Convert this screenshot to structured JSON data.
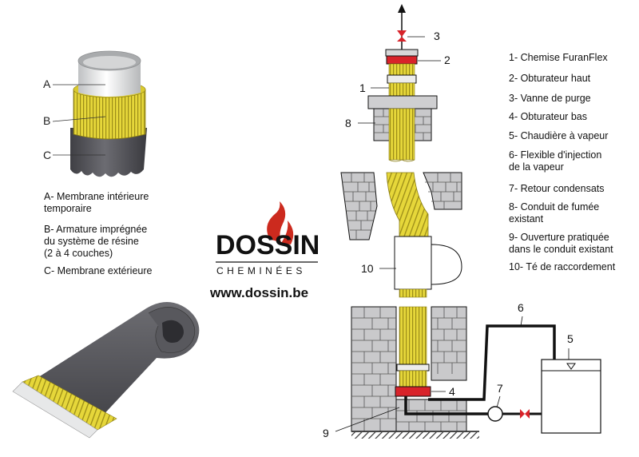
{
  "sleeve_layers": [
    {
      "letter": "A",
      "text": "A- Membrane intérieure temporaire"
    },
    {
      "letter": "B",
      "text": "B- Armature imprégnée du système de résine (2 à 4 couches)"
    },
    {
      "letter": "C",
      "text": "C- Membrane extérieure"
    }
  ],
  "legend_left": {
    "a_line1": "A- Membrane intérieure",
    "a_line2": "temporaire",
    "b_line1": "B- Armature imprégnée",
    "b_line2": "du système de résine",
    "b_line3": "(2 à 4 couches)",
    "c_line1": "C- Membrane extérieure"
  },
  "brand": {
    "logo_text": "DOSSIN",
    "logo_sub": "CHEMINÉES",
    "url": "www.dossin.be"
  },
  "components": [
    {
      "num": "1",
      "label": "1- Chemise FuranFlex"
    },
    {
      "num": "2",
      "label": "2- Obturateur haut"
    },
    {
      "num": "3",
      "label": "3- Vanne de purge"
    },
    {
      "num": "4",
      "label": "4- Obturateur bas"
    },
    {
      "num": "5",
      "label": "5- Chaudière à vapeur"
    },
    {
      "num": "6",
      "label": "6- Flexible d'injection de la vapeur"
    },
    {
      "num": "7",
      "label": "7- Retour condensats"
    },
    {
      "num": "8",
      "label": "8- Conduit de fumée existant"
    },
    {
      "num": "9",
      "label": "9- Ouverture pratiquée dans le conduit existant"
    },
    {
      "num": "10",
      "label": "10- Té de raccordement"
    }
  ],
  "legend_right": {
    "l1": "1- Chemise FuranFlex",
    "l2": "2- Obturateur haut",
    "l3": "3- Vanne de purge",
    "l4": "4- Obturateur bas",
    "l5": "5- Chaudière à vapeur",
    "l6a": "6- Flexible d'injection",
    "l6b": "de la vapeur",
    "l7": "7- Retour condensats",
    "l8a": "8- Conduit de fumée",
    "l8b": "existant",
    "l9a": "9- Ouverture pratiquée",
    "l9b": "dans le conduit existant",
    "l10": "10- Té de raccordement"
  },
  "callouts": {
    "n1": "1",
    "n2": "2",
    "n3": "3",
    "n4": "4",
    "n5": "5",
    "n6": "6",
    "n7": "7",
    "n8": "8",
    "n9": "9",
    "n10": "10",
    "la": "A",
    "lb": "B",
    "lc": "C"
  },
  "colors": {
    "liner_yellow": "#e3d332",
    "seal_red": "#d8232a",
    "membrane_dark": "#505055",
    "brick_gray": "#c9c9cb",
    "accent_logo": "#cc2a1e"
  }
}
